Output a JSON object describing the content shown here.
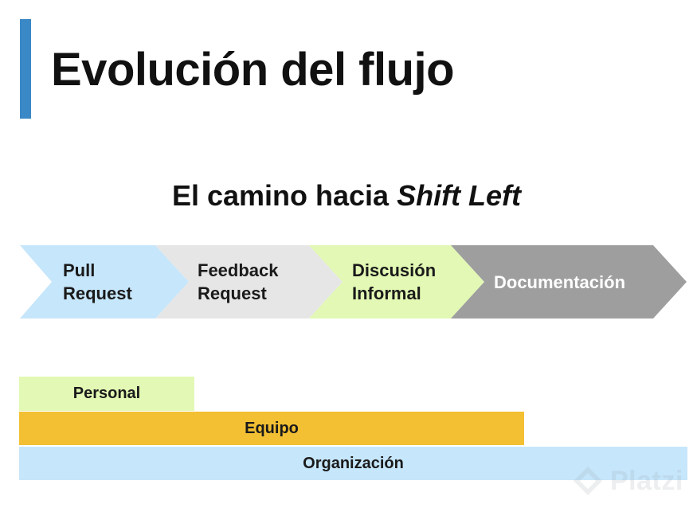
{
  "slide": {
    "title": "Evolución del flujo",
    "subtitle_plain": "El camino hacia ",
    "subtitle_emphasis": "Shift Left",
    "accent_color": "#3b88c6"
  },
  "flow_steps": [
    {
      "label": "Pull\nRequest",
      "color": "#c6e6fb"
    },
    {
      "label": "Feedback\nRequest",
      "color": "#e6e6e6"
    },
    {
      "label": "Discusión\nInformal",
      "color": "#e2f8b4"
    },
    {
      "label": "Documentación",
      "color": "#9e9e9e"
    }
  ],
  "scopes": [
    {
      "label": "Personal",
      "color": "#e2f8b4"
    },
    {
      "label": "Equipo",
      "color": "#f3c033"
    },
    {
      "label": "Organización",
      "color": "#c6e6fb"
    }
  ],
  "watermark": {
    "text": "Platzi",
    "icon": "platzi-logo-icon"
  }
}
